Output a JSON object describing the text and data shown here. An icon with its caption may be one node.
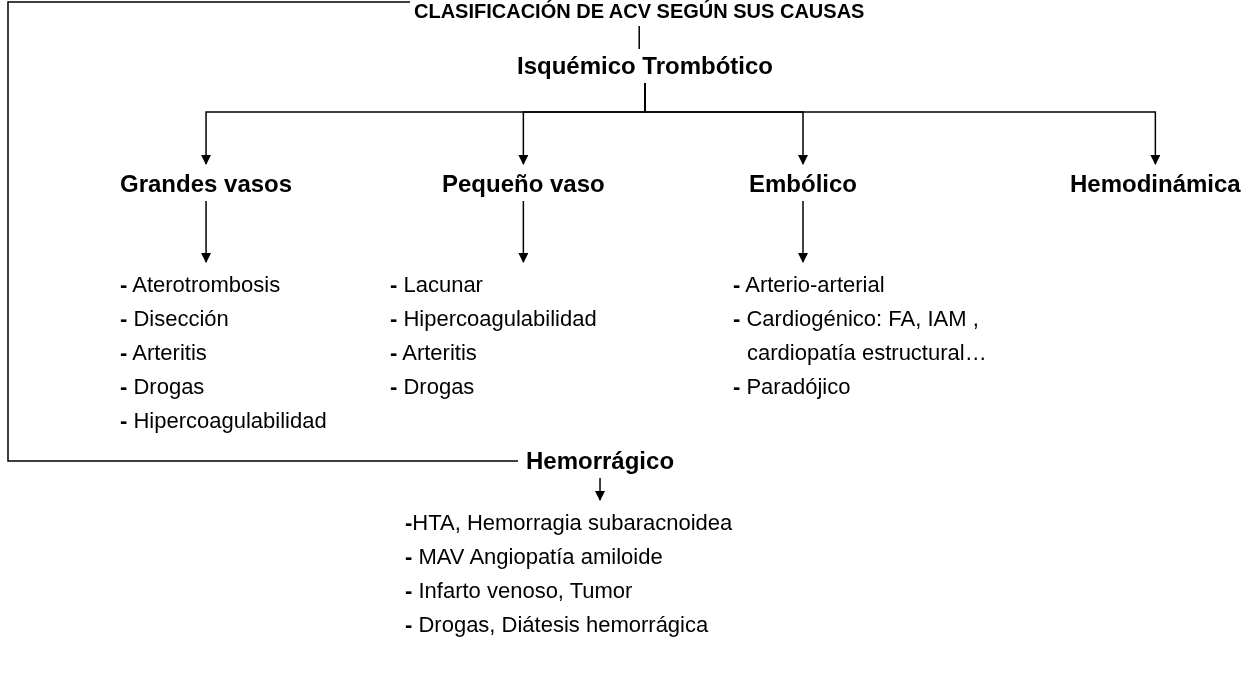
{
  "diagram": {
    "nodes": [
      {
        "text": [
          "CLASIFICACIÓN DE ACV SEGÚN SUS CAUSAS"
        ]
      },
      {
        "text": [
          "Isquémico Trombótico"
        ]
      },
      {
        "text": [
          "Grandes vasos"
        ]
      },
      {
        "text": [
          "Pequeño vaso"
        ]
      },
      {
        "text": [
          "Embólico"
        ]
      },
      {
        "text": [
          "Hemodinámica"
        ]
      },
      {
        "text": [
          "**-** Aterotrombosis",
          "**-** Disección",
          "**-** Arteritis",
          "**-** Drogas",
          "**-** Hipercoagulabilidad"
        ]
      },
      {
        "text": [
          "**-** Lacunar",
          "**-** Hipercoagulabilidad",
          "**-** Arteritis",
          "**-** Drogas"
        ]
      },
      {
        "text": [
          "**-** Arterio-arterial",
          "**-** Cardiogénico: FA, IAM , cardiopatía estructural…",
          "**-** Paradójico"
        ]
      },
      {
        "text": [
          "Hemorrágico"
        ]
      },
      {
        "text": [
          "**-**HTA, Hemorragia subaracnoidea",
          "**-** MAV Angiopatía amiloide",
          "**-** Infarto venoso, Tumor",
          "**-** Drogas, Diátesis hemorrágica"
        ]
      }
    ],
    "edges": [
      {
        "from": 0,
        "to": 1,
        "arrow": "none"
      },
      {
        "from": 1,
        "to": 2,
        "arrow": "to"
      },
      {
        "from": 1,
        "to": 3,
        "arrow": "to"
      },
      {
        "from": 1,
        "to": 4,
        "arrow": "to"
      },
      {
        "from": 1,
        "to": 5,
        "arrow": "to"
      },
      {
        "from": 2,
        "to": 6,
        "arrow": "to"
      },
      {
        "from": 3,
        "to": 7,
        "arrow": "to"
      },
      {
        "from": 4,
        "to": 8,
        "arrow": "to"
      },
      {
        "from": 0,
        "to": 9,
        "arrow": "none"
      },
      {
        "from": 9,
        "to": 10,
        "arrow": "to"
      }
    ]
  }
}
